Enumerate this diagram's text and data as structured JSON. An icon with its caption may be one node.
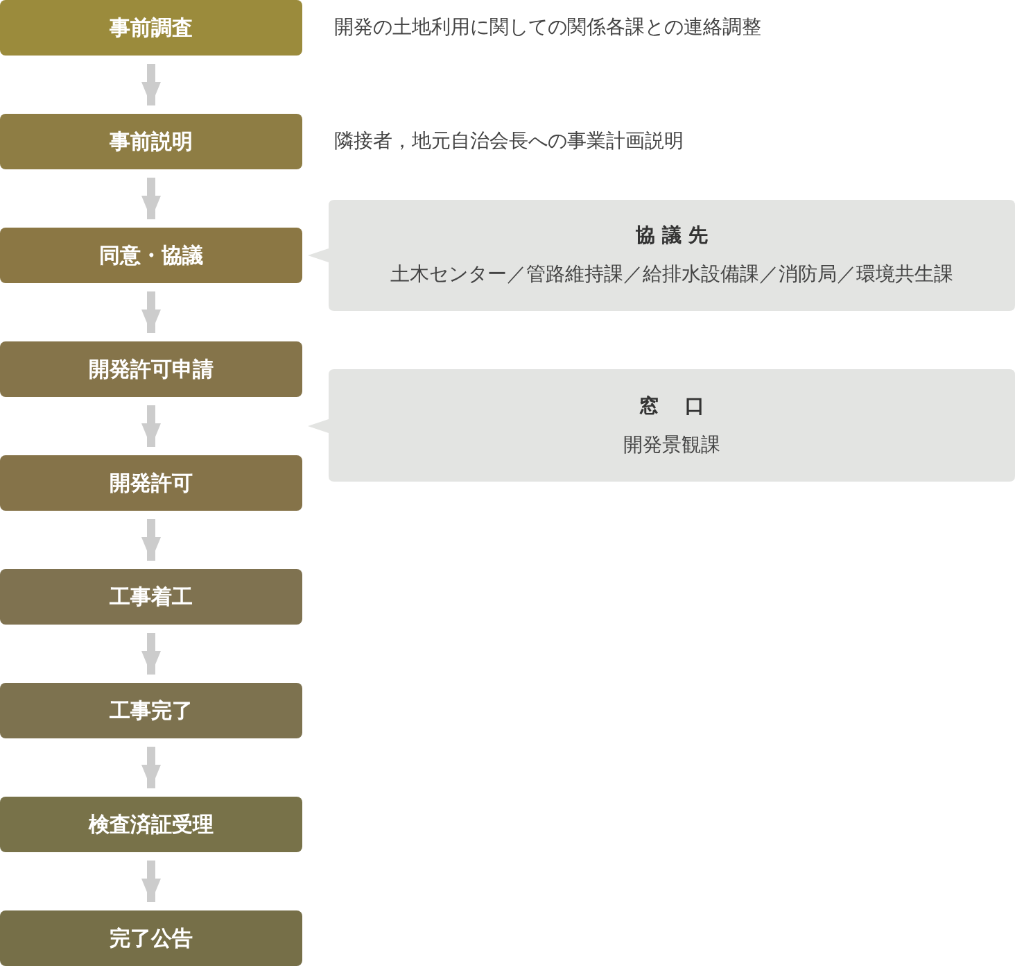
{
  "diagram": {
    "nodes": [
      {
        "text": [
          "事前調査"
        ],
        "beside": [
          "開発の土地利用に関しての関係各課との連絡調整"
        ]
      },
      {
        "text": [
          "事前説明"
        ],
        "beside": [
          "隣接者，地元自治会長への事業計画説明"
        ]
      },
      {
        "text": [
          "同意・協議"
        ]
      },
      {
        "text": [
          "開発許可申請"
        ]
      },
      {
        "text": [
          "開発許可"
        ]
      },
      {
        "text": [
          "工事着工"
        ]
      },
      {
        "text": [
          "工事完了"
        ]
      },
      {
        "text": [
          "検査済証受理"
        ]
      },
      {
        "text": [
          "完了公告"
        ]
      },
      {
        "text": [
          "協 議 先",
          "土木センター／管路維持課／給排水設備課／消防局／環境共生課"
        ]
      },
      {
        "text": [
          "窓　 口",
          "開発景観課"
        ]
      }
    ],
    "edges": [
      {
        "from": 0,
        "to": 1,
        "arrow": "to"
      },
      {
        "from": 1,
        "to": 2,
        "arrow": "to"
      },
      {
        "from": 2,
        "to": 3,
        "arrow": "to"
      },
      {
        "from": 3,
        "to": 4,
        "arrow": "to"
      },
      {
        "from": 4,
        "to": 5,
        "arrow": "to"
      },
      {
        "from": 5,
        "to": 6,
        "arrow": "to"
      },
      {
        "from": 6,
        "to": 7,
        "arrow": "to"
      },
      {
        "from": 7,
        "to": 8,
        "arrow": "to"
      }
    ]
  }
}
